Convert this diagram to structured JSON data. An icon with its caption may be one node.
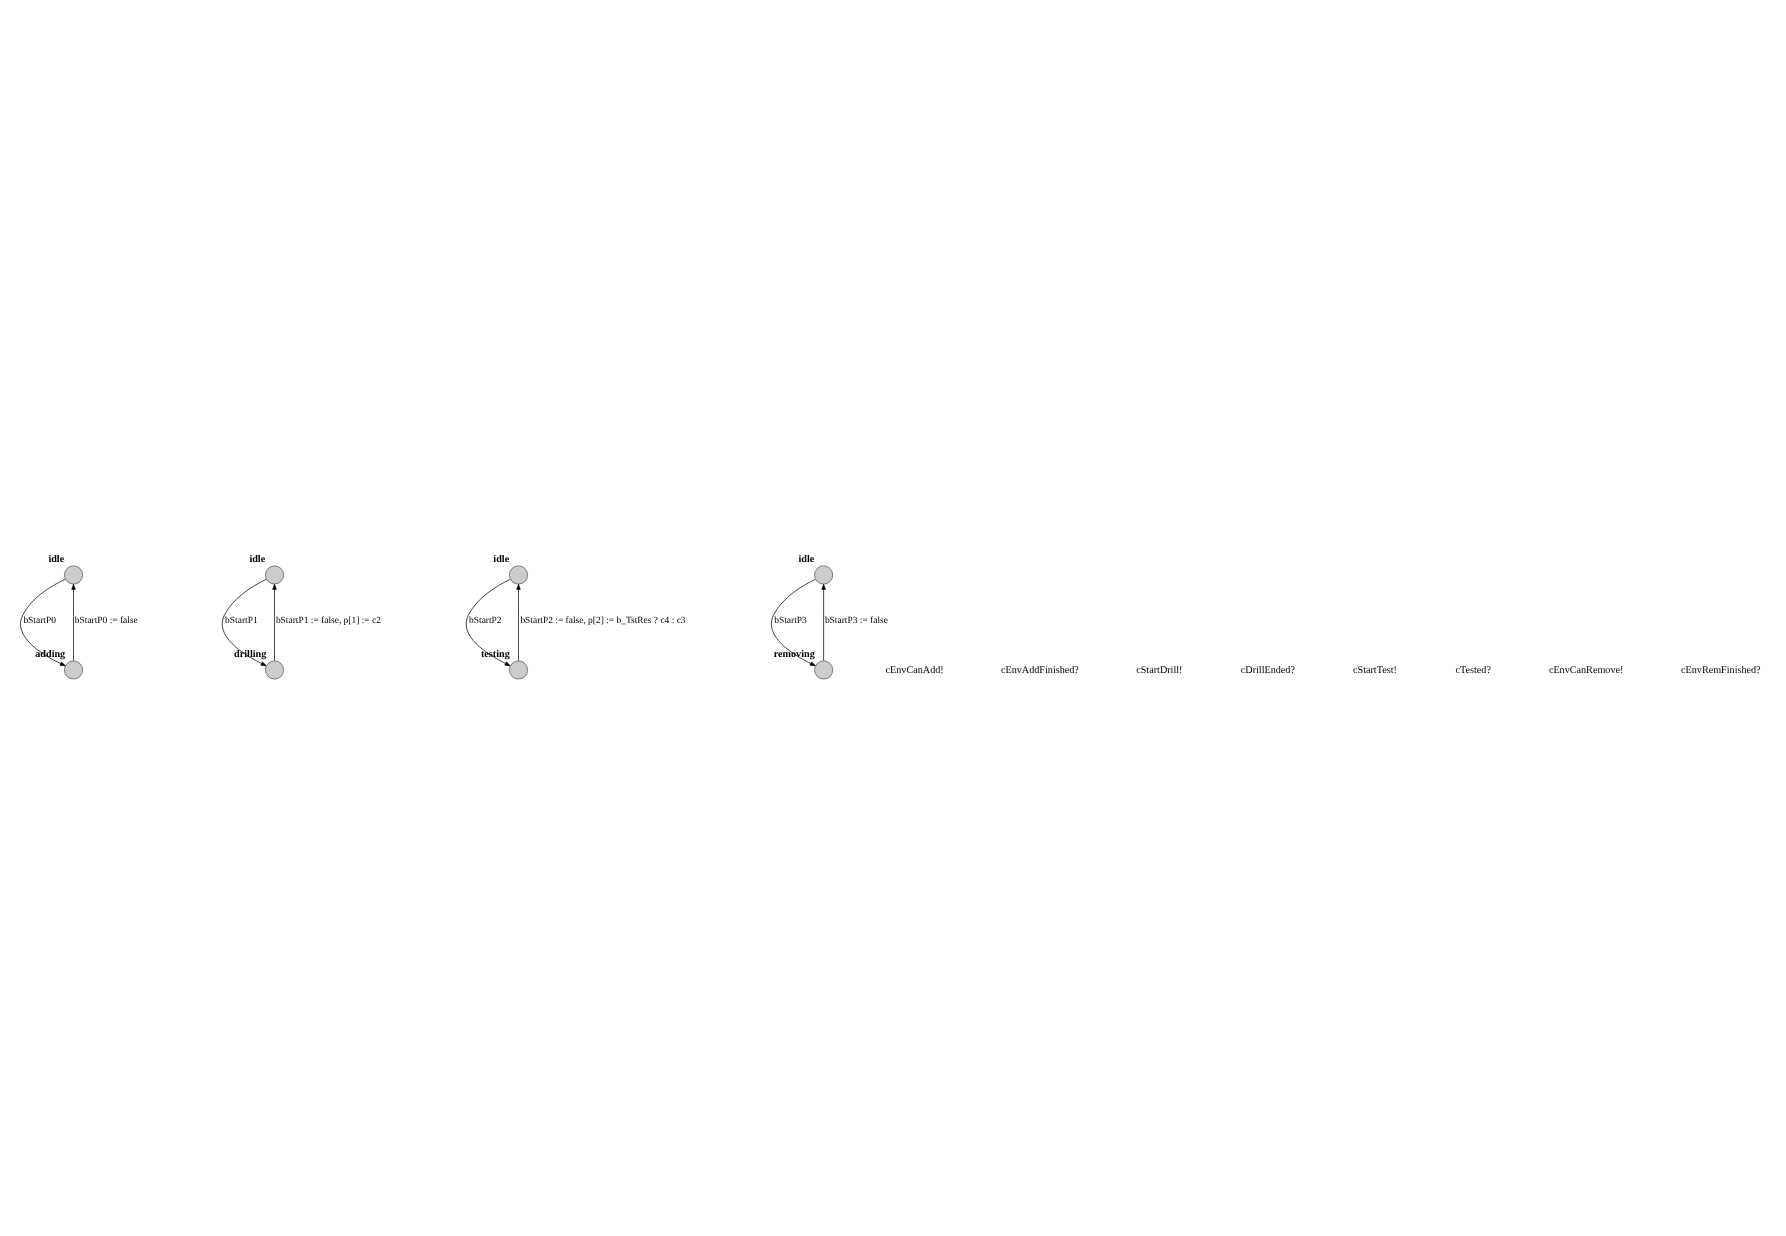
{
  "diagram": {
    "nodes": [
      {
        "text": [],
        "shape": "circle",
        "beside": [
          "idle"
        ]
      },
      {
        "text": [],
        "shape": "circle",
        "beside": [
          "adding"
        ]
      },
      {
        "text": [],
        "shape": "circle",
        "beside": [
          "idle"
        ]
      },
      {
        "text": [],
        "shape": "circle",
        "beside": [
          "drilling"
        ]
      },
      {
        "text": [],
        "shape": "circle",
        "beside": [
          "idle"
        ]
      },
      {
        "text": [],
        "shape": "circle",
        "beside": [
          "testing"
        ]
      },
      {
        "text": [],
        "shape": "circle",
        "beside": [
          "idle"
        ]
      },
      {
        "text": [],
        "shape": "circle",
        "beside": [
          "removing"
        ]
      }
    ],
    "edges": [
      {
        "from": 0,
        "to": 1,
        "arrow": "to",
        "label": "bStartP0"
      },
      {
        "from": 1,
        "to": 0,
        "arrow": "to",
        "label": "bStartP0 := false"
      },
      {
        "from": 2,
        "to": 3,
        "arrow": "to",
        "label": "bStartP1"
      },
      {
        "from": 3,
        "to": 2,
        "arrow": "to",
        "label": "bStartP1 := false, p[1] := c2"
      },
      {
        "from": 4,
        "to": 5,
        "arrow": "to",
        "label": "bStartP2"
      },
      {
        "from": 5,
        "to": 4,
        "arrow": "to",
        "label": "bStartP2 := false, p[2] := b_TstRes ? c4 : c3"
      },
      {
        "from": 6,
        "to": 7,
        "arrow": "to",
        "label": "bStartP3"
      },
      {
        "from": 7,
        "to": 6,
        "arrow": "to",
        "label": "bStartP3 := false"
      }
    ],
    "labels": [
      "cEnvCanAdd!",
      "cEnvAddFinished?",
      "cStartDrill!",
      "cDrillEnded?",
      "cStartTest!",
      "cTested?",
      "cEnvCanRemove!",
      "cEnvRemFinished?"
    ]
  }
}
